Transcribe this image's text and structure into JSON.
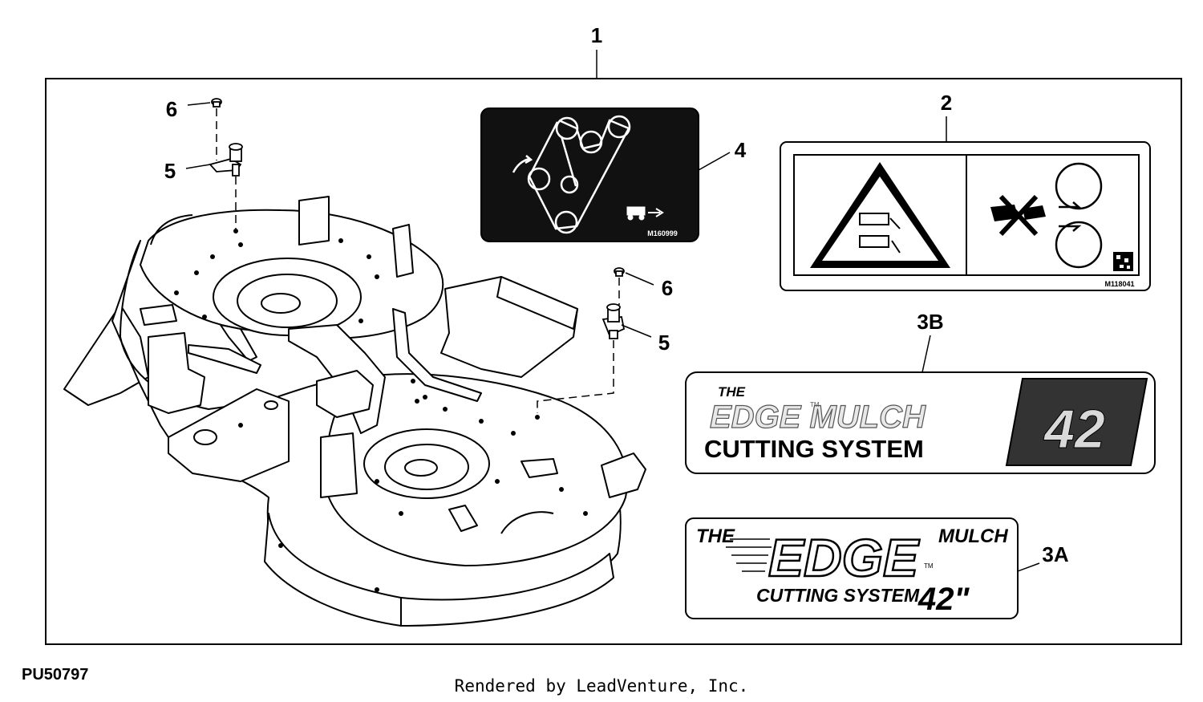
{
  "callouts": {
    "c1": "1",
    "c2": "2",
    "c3a": "3A",
    "c3b": "3B",
    "c4": "4",
    "c5a": "5",
    "c5b": "5",
    "c6a": "6",
    "c6b": "6"
  },
  "decal_2": {
    "code": "M118041"
  },
  "decal_4": {
    "code": "M160999"
  },
  "decal_3b": {
    "the": "THE",
    "edge_mulch": "EDGE MULCH",
    "tm": "TM",
    "cutting_system": "CUTTING SYSTEM",
    "size": "42"
  },
  "decal_3a": {
    "the": "THE",
    "edge": "EDGE",
    "mulch": "MULCH",
    "tm": "TM",
    "cutting_system": "CUTTING SYSTEM",
    "size": "42\""
  },
  "figure_id": "PU50797",
  "render_credit": "Rendered by LeadVenture, Inc.",
  "colors": {
    "line": "#000000",
    "decal_dark": "#111111",
    "decal_grey": "#3a3a3a",
    "deck_light": "#f2f2f2"
  }
}
